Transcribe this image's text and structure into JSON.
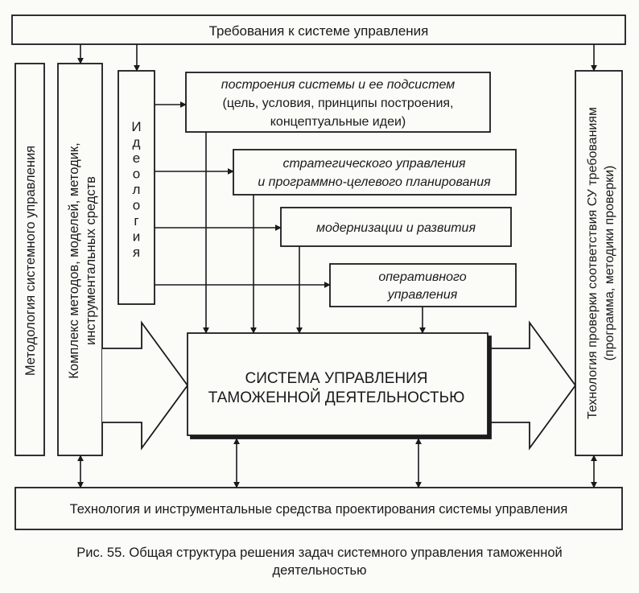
{
  "top_box": "Требования к системе управления",
  "left_col_1": "Методология системного управления",
  "left_col_2": [
    "Комплекс методов, моделей, методик,",
    "инструментальных средств"
  ],
  "ideology_letters": [
    "И",
    "д",
    "е",
    "о",
    "л",
    "о",
    "г",
    "и",
    "я"
  ],
  "sub_boxes": {
    "construction": [
      "построения системы и ее подсистем",
      "(цель, условия, принципы построения,",
      "концептуальные идеи)"
    ],
    "strategic": [
      "стратегического управления",
      "и программно-целевого планирования"
    ],
    "modernization": [
      "модернизации и развития"
    ],
    "operational": [
      "оперативного",
      "управления"
    ]
  },
  "main_box": [
    "СИСТЕМА УПРАВЛЕНИЯ",
    "ТАМОЖЕННОЙ ДЕЯТЕЛЬНОСТЬЮ"
  ],
  "right_col": [
    "Технология проверки соответствия СУ требованиям",
    "(программа, методики проверки)"
  ],
  "bottom_box": "Технология и инструментальные средства проектирования системы управления",
  "caption": [
    "Рис. 55. Общая структура решения задач системного управления таможенной",
    "деятельностью"
  ]
}
